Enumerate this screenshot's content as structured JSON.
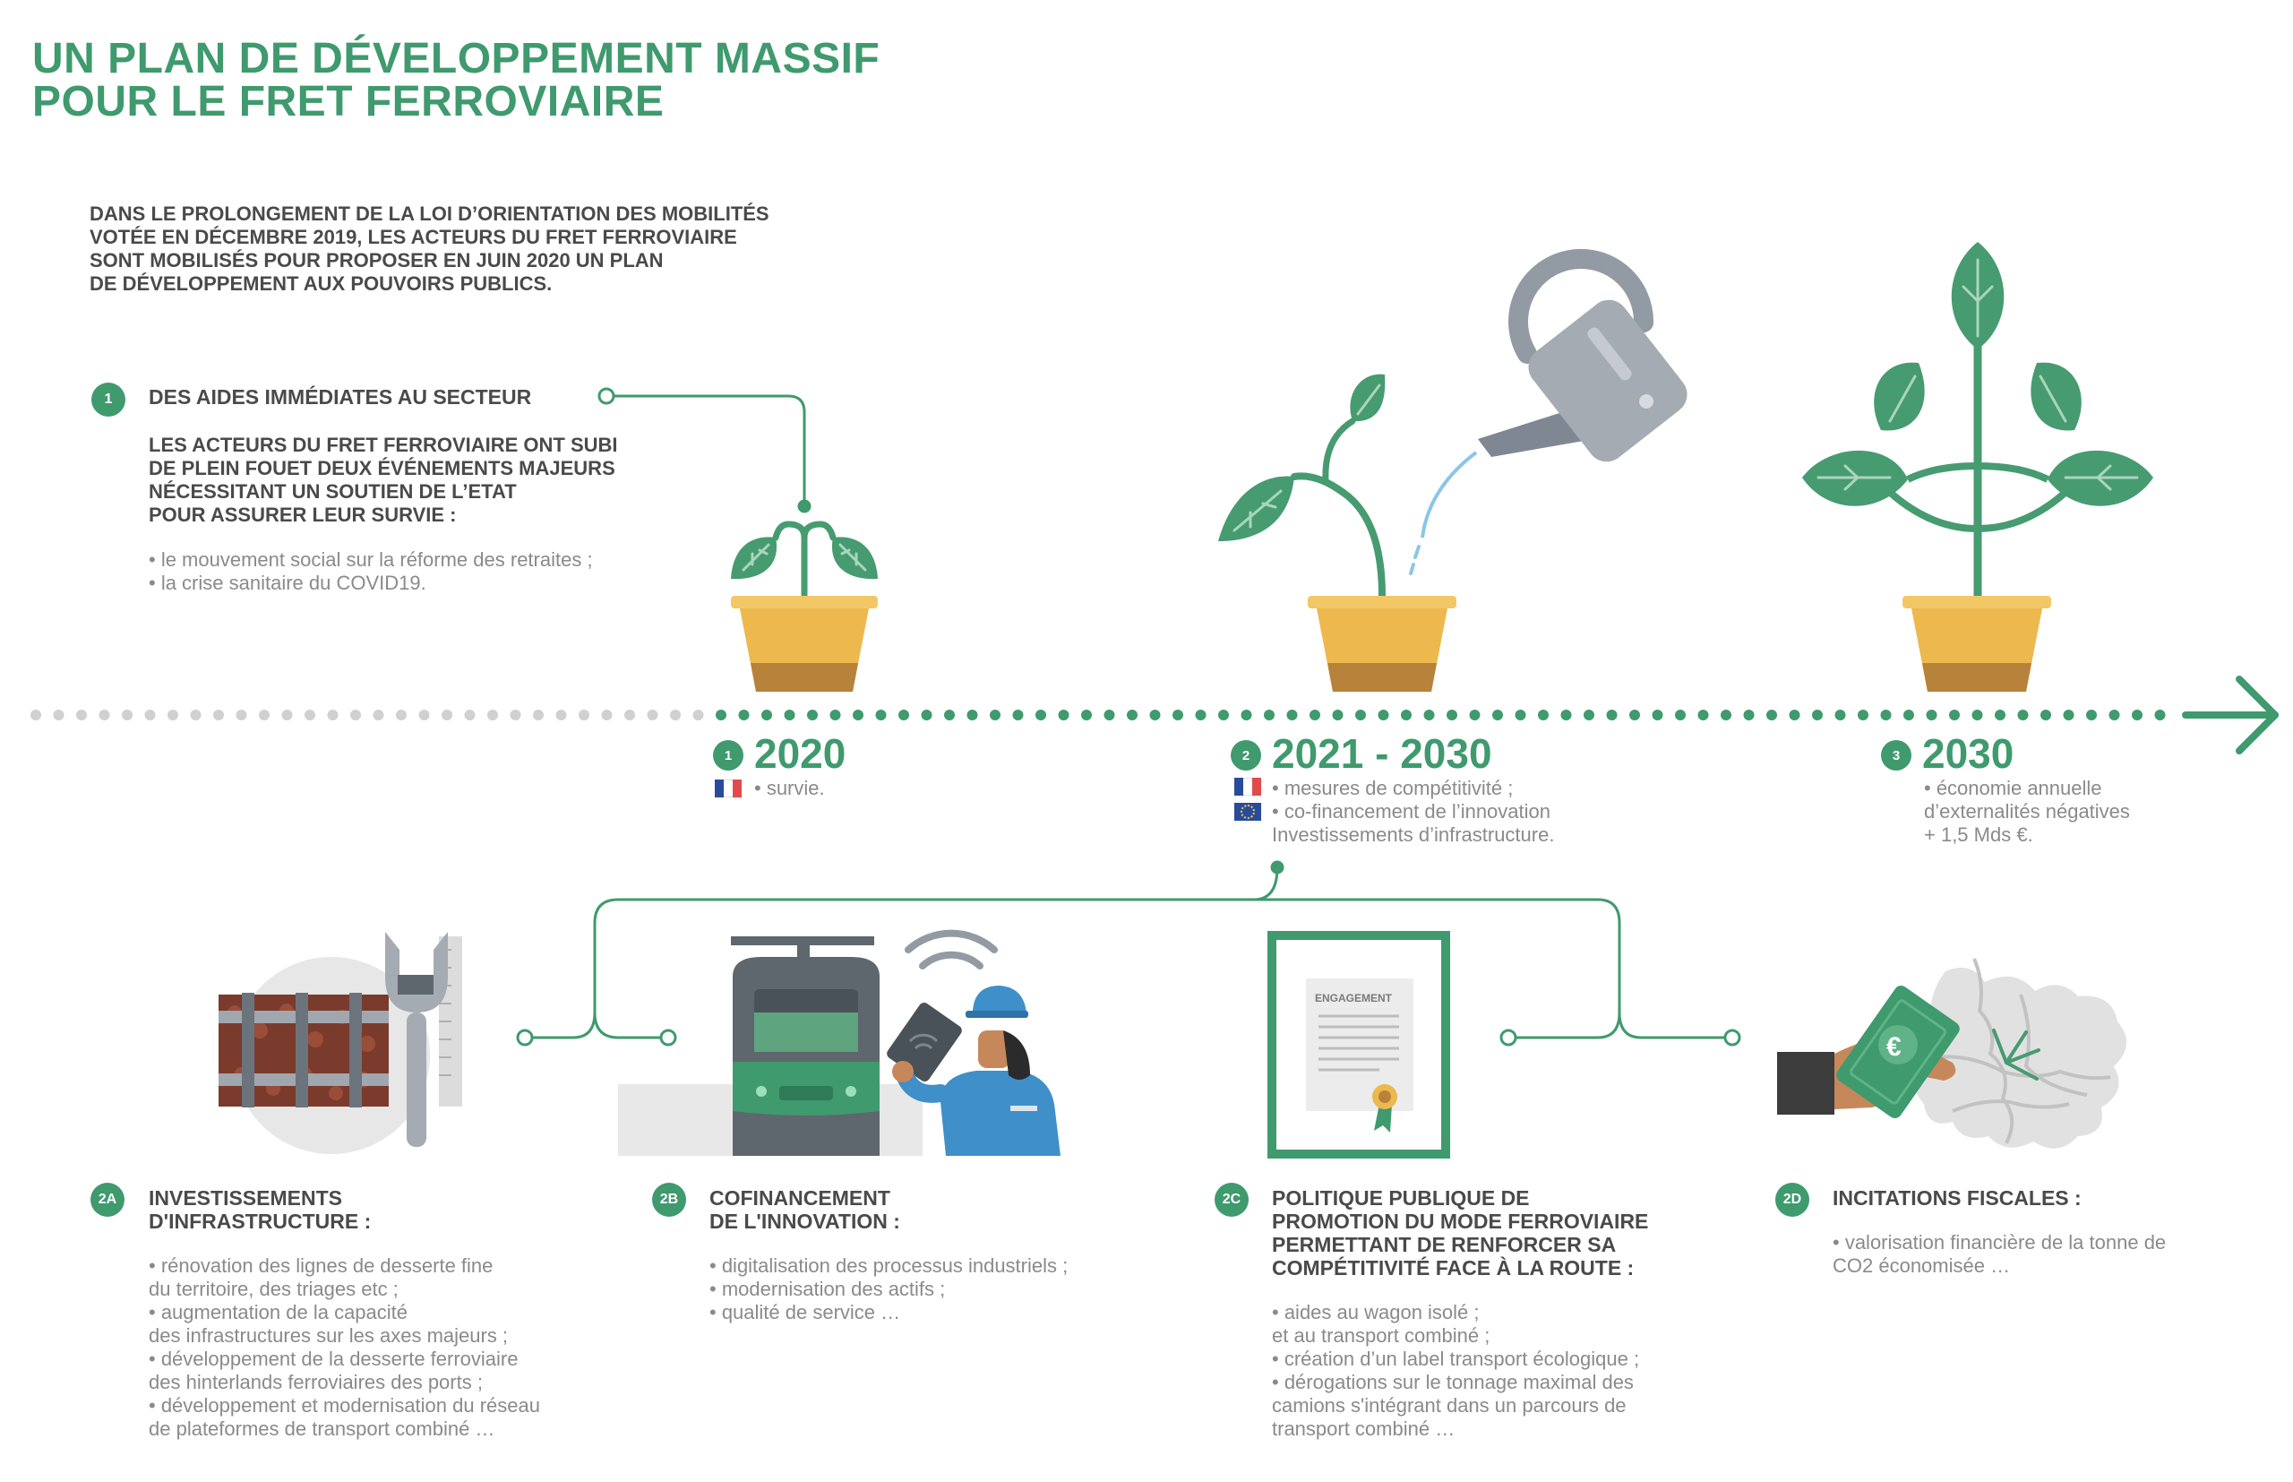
{
  "title": {
    "line1": "UN PLAN DE DÉVELOPPEMENT MASSIF",
    "line2": "POUR LE FRET FERROVIAIRE"
  },
  "intro": {
    "line1": "DANS LE PROLONGEMENT DE LA LOI D’ORIENTATION DES MOBILITÉS",
    "line2": "VOTÉE EN DÉCEMBRE 2019, LES ACTEURS DU FRET FERROVIAIRE",
    "line3": "SONT MOBILISÉS POUR PROPOSER EN JUIN 2020 UN PLAN",
    "line4": "DE DÉVELOPPEMENT AUX POUVOIRS PUBLICS."
  },
  "section1": {
    "badge": "1",
    "heading": "DES AIDES IMMÉDIATES AU SECTEUR",
    "body": [
      "LES ACTEURS DU FRET FERROVIAIRE ONT SUBI",
      "DE PLEIN FOUET DEUX ÉVÉNEMENTS MAJEURS",
      "NÉCESSITANT UN SOUTIEN DE L’ETAT",
      "POUR ASSURER LEUR SURVIE :"
    ],
    "bullets": [
      "• le mouvement social sur la réforme des retraites ;",
      "• la crise sanitaire du COVID19."
    ]
  },
  "timeline": [
    {
      "badge": "1",
      "year": "2020",
      "lines": [
        "• survie."
      ]
    },
    {
      "badge": "2",
      "year": "2021 - 2030",
      "lines": [
        "• mesures de compétitivité ;",
        "• co-financement de l’innovation",
        "Investissements d’infrastructure."
      ]
    },
    {
      "badge": "3",
      "year": "2030",
      "lines": [
        "• économie annuelle",
        "d’externalités négatives",
        "+ 1,5 Mds €."
      ]
    }
  ],
  "certificate_label": "ENGAGEMENT",
  "euro_symbol": "€",
  "measures": [
    {
      "badge": "2A",
      "heading": [
        "INVESTISSEMENTS",
        "D'INFRASTRUCTURE :"
      ],
      "bullets": [
        "• rénovation des lignes de desserte fine",
        "du territoire, des triages etc ;",
        "• augmentation de la capacité",
        "des infrastructures sur les axes majeurs ;",
        "• développement de la desserte ferroviaire",
        "des hinterlands ferroviaires des ports ;",
        "• développement et modernisation du réseau",
        "de plateformes de transport combiné …"
      ]
    },
    {
      "badge": "2B",
      "heading": [
        "COFINANCEMENT",
        "DE L'INNOVATION :"
      ],
      "bullets": [
        "• digitalisation des processus industriels ;",
        "• modernisation des actifs ;",
        "• qualité de service …"
      ]
    },
    {
      "badge": "2C",
      "heading": [
        "POLITIQUE PUBLIQUE DE",
        "PROMOTION DU MODE FERROVIAIRE",
        "PERMETTANT DE RENFORCER SA",
        "COMPÉTITIVITÉ FACE À LA ROUTE :"
      ],
      "bullets": [
        "• aides au wagon isolé ;",
        "et au transport combiné ;",
        "• création d’un label transport écologique ;",
        "• dérogations sur le tonnage maximal des",
        "camions s'intégrant dans un parcours de",
        "transport combiné …"
      ]
    },
    {
      "badge": "2D",
      "heading": [
        "INCITATIONS FISCALES :"
      ],
      "bullets": [
        "• valorisation financière de la tonne de",
        "CO2 économisée …"
      ]
    }
  ],
  "colors": {
    "green": "#3f9a6e",
    "leaf": "#479b70",
    "pot": "#edb84e",
    "pot_base": "#b7833a",
    "text": "#4a4a4a",
    "muted": "#8a8a8a",
    "dots_grey": "#d0d0d0"
  }
}
